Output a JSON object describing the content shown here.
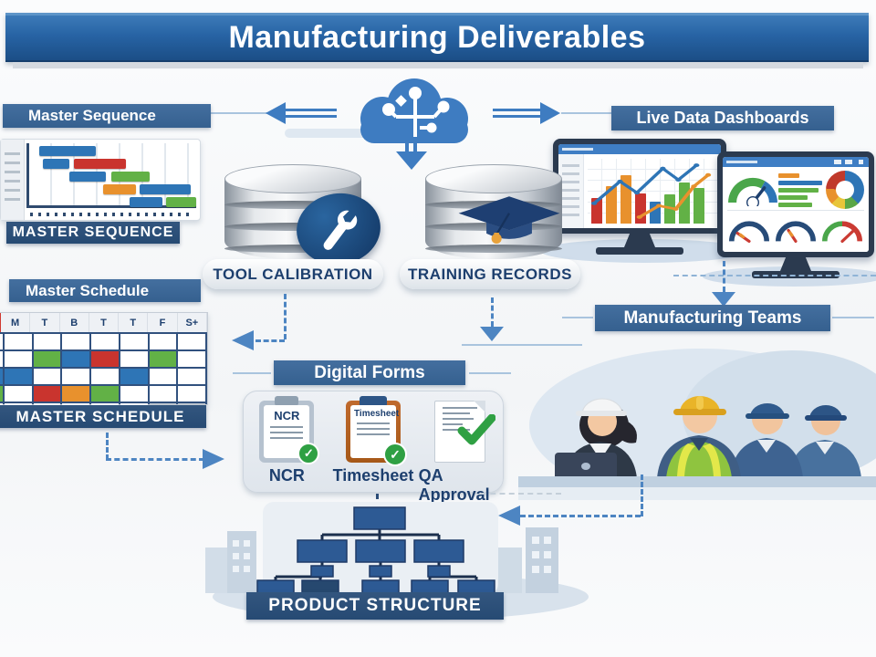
{
  "title": "Manufacturing Deliverables",
  "master_sequence": {
    "header": "Master Sequence",
    "footer": "MASTER SEQUENCE"
  },
  "live_dashboards": {
    "header": "Live Data Dashboards"
  },
  "tool_calibration": {
    "label": "TOOL CALIBRATION"
  },
  "training_records": {
    "label": "TRAINING RECORDS"
  },
  "master_schedule": {
    "header": "Master Schedule",
    "footer": "MASTER SCHEDULE"
  },
  "digital_forms": {
    "header": "Digital Forms",
    "forms": [
      {
        "doc_title": "NCR",
        "label": "NCR"
      },
      {
        "doc_title": "Timesheet",
        "label": "Timesheet"
      },
      {
        "doc_title": "",
        "label": "QA Approval"
      }
    ]
  },
  "manufacturing_teams": {
    "header": "Manufacturing Teams"
  },
  "product_structure": {
    "footer": "PRODUCT STRUCTURE"
  },
  "colors": {
    "banner_blue": "#3c689c",
    "banner_dark": "#2b4c77",
    "accent_blue": "#3e7cc1",
    "dash_blue": "#4d85c2",
    "text_navy": "#1d3f6e",
    "bar_blue": "#2e75b6",
    "bar_red": "#c9342e",
    "bar_green": "#62b146",
    "bar_orange": "#e8912d",
    "cal_gray": "#c3cad2",
    "check_green": "#2fa043"
  },
  "chart_data": [
    {
      "type": "bar",
      "name": "master-sequence-gantt",
      "rows": 5,
      "bars": [
        {
          "row": 1,
          "start": 6,
          "len": 34,
          "color": "bar_blue"
        },
        {
          "row": 2,
          "start": 8,
          "len": 16,
          "color": "bar_blue"
        },
        {
          "row": 2,
          "start": 27,
          "len": 31,
          "color": "bar_red"
        },
        {
          "row": 3,
          "start": 24,
          "len": 22,
          "color": "bar_blue"
        },
        {
          "row": 3,
          "start": 49,
          "len": 23,
          "color": "bar_green"
        },
        {
          "row": 4,
          "start": 44,
          "len": 20,
          "color": "bar_orange"
        },
        {
          "row": 4,
          "start": 66,
          "len": 31,
          "color": "bar_blue"
        },
        {
          "row": 5,
          "start": 60,
          "len": 20,
          "color": "bar_blue"
        },
        {
          "row": 5,
          "start": 82,
          "len": 18,
          "color": "bar_green"
        }
      ]
    },
    {
      "type": "table",
      "name": "master-schedule-calendar",
      "day_headers": [
        "M",
        "T",
        "B",
        "T",
        "T",
        "F",
        "S+"
      ],
      "cells": [
        [
          "",
          "",
          "",
          "",
          "",
          "",
          "",
          ""
        ],
        [
          "",
          "",
          "bar_green",
          "bar_blue",
          "bar_red",
          "",
          "bar_green",
          ""
        ],
        [
          "bar_blue",
          "bar_blue",
          "",
          "",
          "",
          "bar_blue",
          "",
          ""
        ],
        [
          "bar_green",
          "",
          "bar_red",
          "bar_orange",
          "bar_green",
          "",
          "",
          ""
        ],
        [
          "",
          "",
          "",
          "",
          "",
          "",
          "cal_gray",
          "cal_gray"
        ]
      ]
    },
    {
      "type": "bar",
      "name": "dashboard-bar-line-chart",
      "bars": [
        {
          "h": 40,
          "color": "bar_red"
        },
        {
          "h": 58,
          "color": "bar_orange"
        },
        {
          "h": 75,
          "color": "bar_orange"
        },
        {
          "h": 46,
          "color": "bar_red"
        },
        {
          "h": 34,
          "color": "bar_blue"
        },
        {
          "h": 45,
          "color": "bar_green"
        },
        {
          "h": 64,
          "color": "bar_green"
        },
        {
          "h": 55,
          "color": "bar_green"
        }
      ],
      "lines": [
        {
          "color": "bar_blue",
          "points": [
            [
              5,
              55
            ],
            [
              25,
              28
            ],
            [
              38,
              42
            ],
            [
              58,
              12
            ],
            [
              70,
              26
            ],
            [
              84,
              8
            ]
          ]
        },
        {
          "color": "bar_orange",
          "points": [
            [
              40,
              72
            ],
            [
              55,
              58
            ],
            [
              68,
              62
            ],
            [
              82,
              34
            ],
            [
              93,
              20
            ]
          ]
        }
      ]
    },
    {
      "type": "bar",
      "name": "dashboard-hbar-list",
      "bars": [
        {
          "len": 45,
          "color": "bar_orange"
        },
        {
          "len": 92,
          "color": "bar_blue"
        },
        {
          "len": 85,
          "color": "bar_green"
        },
        {
          "len": 62,
          "color": "bar_green"
        },
        {
          "len": 72,
          "color": "bar_green"
        }
      ]
    },
    {
      "type": "pie",
      "name": "dashboard-donut",
      "slices": [
        {
          "color": "#2e75b6",
          "pct": 38
        },
        {
          "color": "#5aa646",
          "pct": 12
        },
        {
          "color": "#e8c53a",
          "pct": 12
        },
        {
          "color": "#e8912d",
          "pct": 14
        },
        {
          "color": "#c0392b",
          "pct": 24
        }
      ]
    }
  ]
}
